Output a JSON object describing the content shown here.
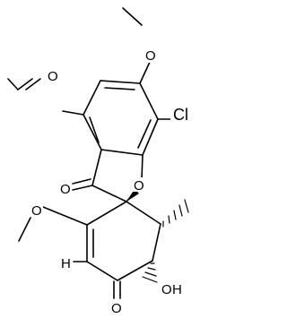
{
  "structure": {
    "atom_labels": {
      "o_methoxy_top": "O",
      "o_methoxy_left": "O",
      "cl": "Cl",
      "o_ketone_furanone": "O",
      "o_ring": "O",
      "o_methoxy_lower": "O",
      "oh_o": "O",
      "oh_h": "H",
      "h_vinyl": "H",
      "o_ketone_lower": "O"
    },
    "colors": {
      "bond": "#000000",
      "text": "#000000",
      "background": "#ffffff"
    }
  }
}
